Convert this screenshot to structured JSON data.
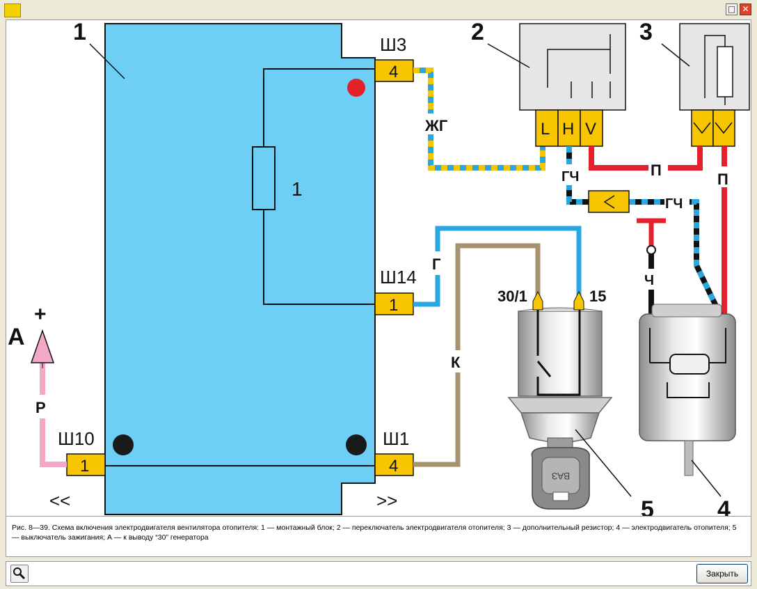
{
  "window": {
    "restore_glyph": "□",
    "close_glyph": "✕"
  },
  "diagram": {
    "component_numbers": [
      "1",
      "2",
      "3",
      "4",
      "5"
    ],
    "fuse_label": "1",
    "connectors": {
      "sh3": {
        "name": "Ш3",
        "pin": "4"
      },
      "sh14": {
        "name": "Ш14",
        "pin": "1"
      },
      "sh10": {
        "name": "Ш10",
        "pin": "1"
      },
      "sh1": {
        "name": "Ш1",
        "pin": "4"
      }
    },
    "switch_pins": [
      "L",
      "H",
      "V"
    ],
    "wire_labels": {
      "zhg": "ЖГ",
      "gch1": "ГЧ",
      "gch2": "ГЧ",
      "p1": "П",
      "p2": "П",
      "g": "Г",
      "k": "К",
      "ch": "Ч",
      "r": "Р"
    },
    "ignition_terminals": [
      "30/1",
      "15"
    ],
    "key_text": "ВАЗ",
    "generator_label": "А",
    "plus_sign": "+",
    "colors": {
      "block": "#6dcff6",
      "connector": "#f7c600",
      "wire_blue": "#29a8e0",
      "wire_yellow": "#f3c800",
      "wire_red": "#e4202a",
      "wire_brown": "#a7926e",
      "wire_pink": "#f4a8c8",
      "dot_red": "#e4202a",
      "dot_black": "#1a1a1a"
    }
  },
  "caption": "Рис. 8—39. Схема включения электродвигателя вентилятора отопителя: 1 — монтажный блок;  2 — переключатель электродвигателя отопителя; 3 — дополнительный резистор; 4 — электродвигатель отопителя; 5 — выключатель зажигания; А — к выводу “30” генератора",
  "footer": {
    "close_label": "Закрыть"
  }
}
